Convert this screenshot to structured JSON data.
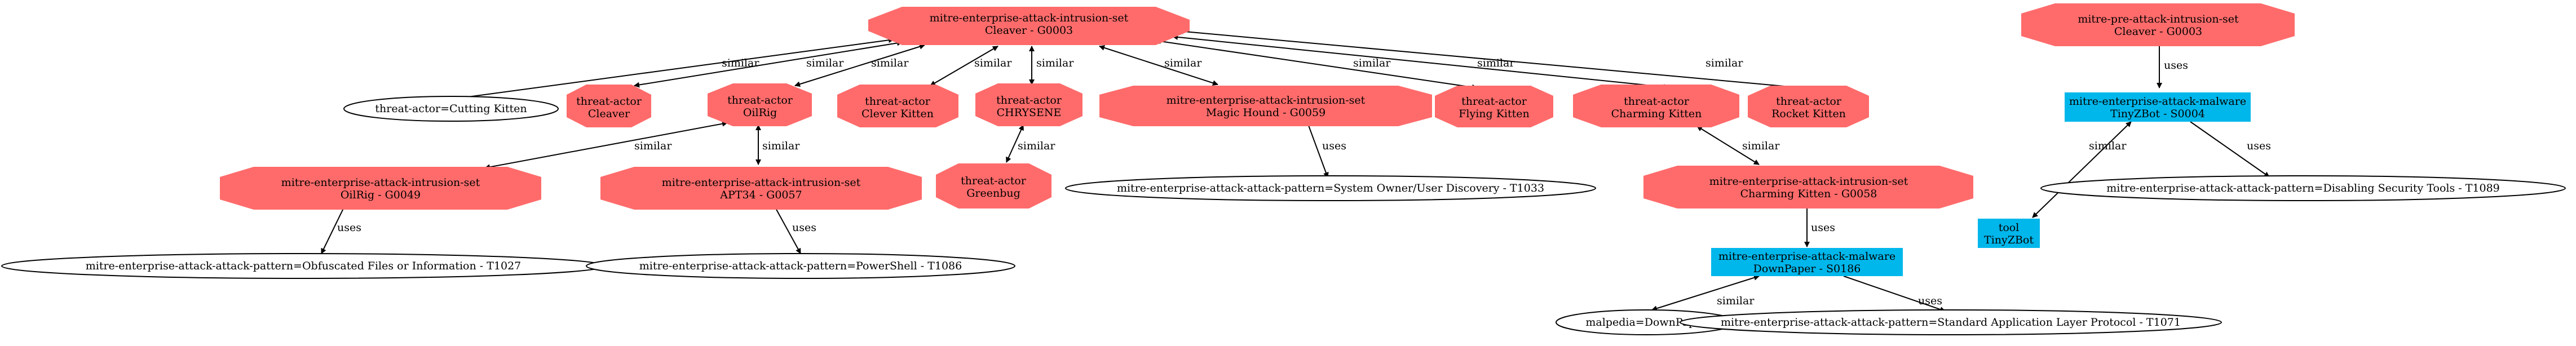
{
  "colors": {
    "intrusion_set": "#ff6b6b",
    "malware": "#00b7eb",
    "tool": "#00b7eb",
    "pattern_fill": "#ffffff",
    "stroke": "#000000"
  },
  "nodes": {
    "cleaver_g0003": {
      "line1": "mitre-enterprise-attack-intrusion-set",
      "line2": "Cleaver - G0003"
    },
    "cutting_kitten": {
      "line1": "threat-actor=Cutting Kitten"
    },
    "ta_cleaver": {
      "line1": "threat-actor",
      "line2": "Cleaver"
    },
    "ta_oilrig": {
      "line1": "threat-actor",
      "line2": "OilRig"
    },
    "ta_clever_kitten": {
      "line1": "threat-actor",
      "line2": "Clever Kitten"
    },
    "ta_chrysene": {
      "line1": "threat-actor",
      "line2": "CHRYSENE"
    },
    "magic_hound": {
      "line1": "mitre-enterprise-attack-intrusion-set",
      "line2": "Magic Hound - G0059"
    },
    "ta_flying_kitten": {
      "line1": "threat-actor",
      "line2": "Flying Kitten"
    },
    "ta_charming_kitten": {
      "line1": "threat-actor",
      "line2": "Charming Kitten"
    },
    "ta_rocket_kitten": {
      "line1": "threat-actor",
      "line2": "Rocket Kitten"
    },
    "oilrig_g0049": {
      "line1": "mitre-enterprise-attack-intrusion-set",
      "line2": "OilRig - G0049"
    },
    "apt34_g0057": {
      "line1": "mitre-enterprise-attack-intrusion-set",
      "line2": "APT34 - G0057"
    },
    "ta_greenbug": {
      "line1": "threat-actor",
      "line2": "Greenbug"
    },
    "t1033": {
      "line1": "mitre-enterprise-attack-attack-pattern=System Owner/User Discovery - T1033"
    },
    "charming_kitten_g0058": {
      "line1": "mitre-enterprise-attack-intrusion-set",
      "line2": "Charming Kitten - G0058"
    },
    "t1027": {
      "line1": "mitre-enterprise-attack-attack-pattern=Obfuscated Files or Information - T1027"
    },
    "t1086": {
      "line1": "mitre-enterprise-attack-attack-pattern=PowerShell - T1086"
    },
    "downpaper": {
      "line1": "mitre-enterprise-attack-malware",
      "line2": "DownPaper - S0186"
    },
    "malpedia_downpaper": {
      "line1": "malpedia=DownPaper"
    },
    "t1071": {
      "line1": "mitre-enterprise-attack-attack-pattern=Standard Application Layer Protocol - T1071"
    },
    "pre_cleaver": {
      "line1": "mitre-pre-attack-intrusion-set",
      "line2": "Cleaver - G0003"
    },
    "tinyzbot_malware": {
      "line1": "mitre-enterprise-attack-malware",
      "line2": "TinyZBot - S0004"
    },
    "tool_tinyzbot": {
      "line1": "tool",
      "line2": "TinyZBot"
    },
    "t1089": {
      "line1": "mitre-enterprise-attack-attack-pattern=Disabling Security Tools - T1089"
    }
  },
  "edges": {
    "similar": "similar",
    "uses": "uses"
  }
}
